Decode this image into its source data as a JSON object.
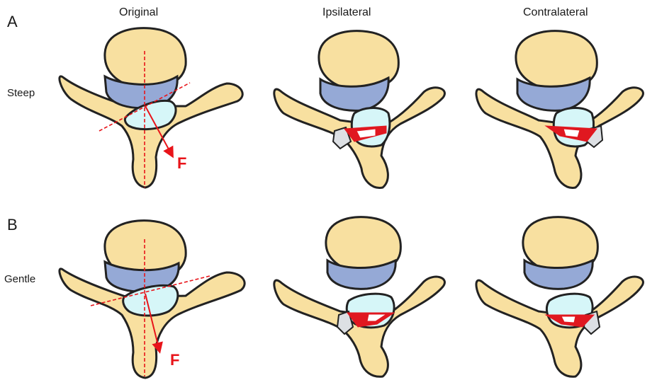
{
  "figure": {
    "columns": [
      "Original",
      "Ipsilateral",
      "Contralateral"
    ],
    "panels": [
      {
        "letter": "A",
        "row_label": "Steep",
        "force_label": "F"
      },
      {
        "letter": "B",
        "row_label": "Gentle",
        "force_label": "F"
      }
    ]
  },
  "colors": {
    "bone": "#f8e0a0",
    "disc": "#95a9d6",
    "canal": "#d6f6f8",
    "graft": "#dde0e4",
    "resection": "#e01820",
    "outline": "#222222"
  }
}
